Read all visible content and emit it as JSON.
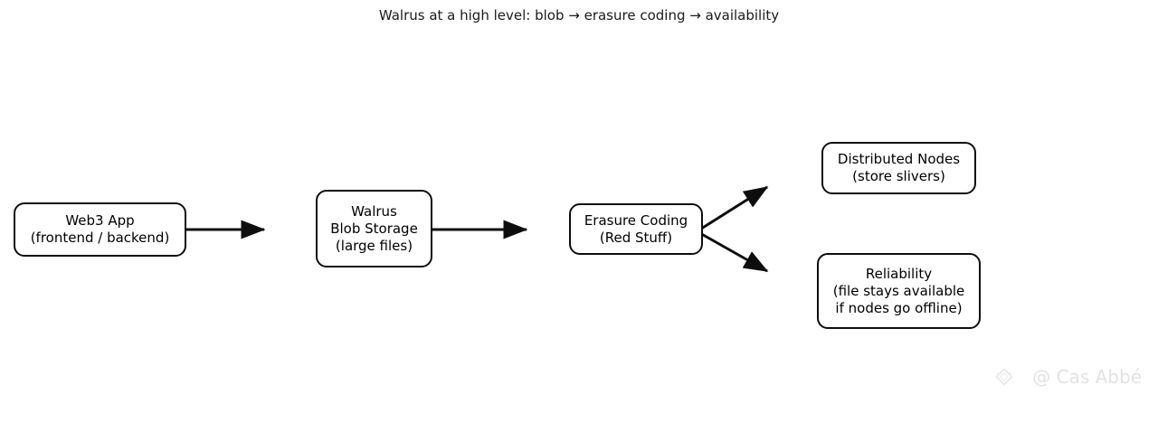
{
  "title": "Walrus at a high level: blob → erasure coding → availability",
  "canvas": {
    "background": "#ffffff",
    "stroke_color": "#0d0d0d",
    "text_color": "#000000"
  },
  "nodes": [
    {
      "id": "web3-app",
      "label": "Web3 App\n(frontend / backend)",
      "lines": [
        "Web3 App",
        "(frontend / backend)"
      ]
    },
    {
      "id": "walrus-storage",
      "label": "Walrus\nBlob Storage\n(large files)",
      "lines": [
        "Walrus",
        "Blob Storage",
        "(large files)"
      ]
    },
    {
      "id": "erasure-coding",
      "label": "Erasure Coding\n(Red Stuff)",
      "lines": [
        "Erasure Coding",
        "(Red Stuff)"
      ]
    },
    {
      "id": "distributed-nodes",
      "label": "Distributed Nodes\n(store slivers)",
      "lines": [
        "Distributed Nodes",
        "(store slivers)"
      ]
    },
    {
      "id": "reliability",
      "label": "Reliability\n(file stays available\nif nodes go offline)",
      "lines": [
        "Reliability",
        "(file stays available",
        "if nodes go offline)"
      ]
    }
  ],
  "edges": [
    {
      "id": "web3-app-to-walrus",
      "from": "web3-app",
      "to": "walrus-storage",
      "label": ""
    },
    {
      "id": "walrus-to-erasure-coding",
      "from": "walrus-storage",
      "to": "erasure-coding",
      "label": ""
    },
    {
      "id": "erasure-coding-to-distributed-nodes",
      "from": "erasure-coding",
      "to": "distributed-nodes",
      "label": ""
    },
    {
      "id": "erasure-coding-to-reliability",
      "from": "erasure-coding",
      "to": "reliability",
      "label": ""
    }
  ],
  "watermark": {
    "handle": "@ Cas Abbé",
    "icon": "diamond-sparkle-icon",
    "color": "#e2e2e2"
  }
}
